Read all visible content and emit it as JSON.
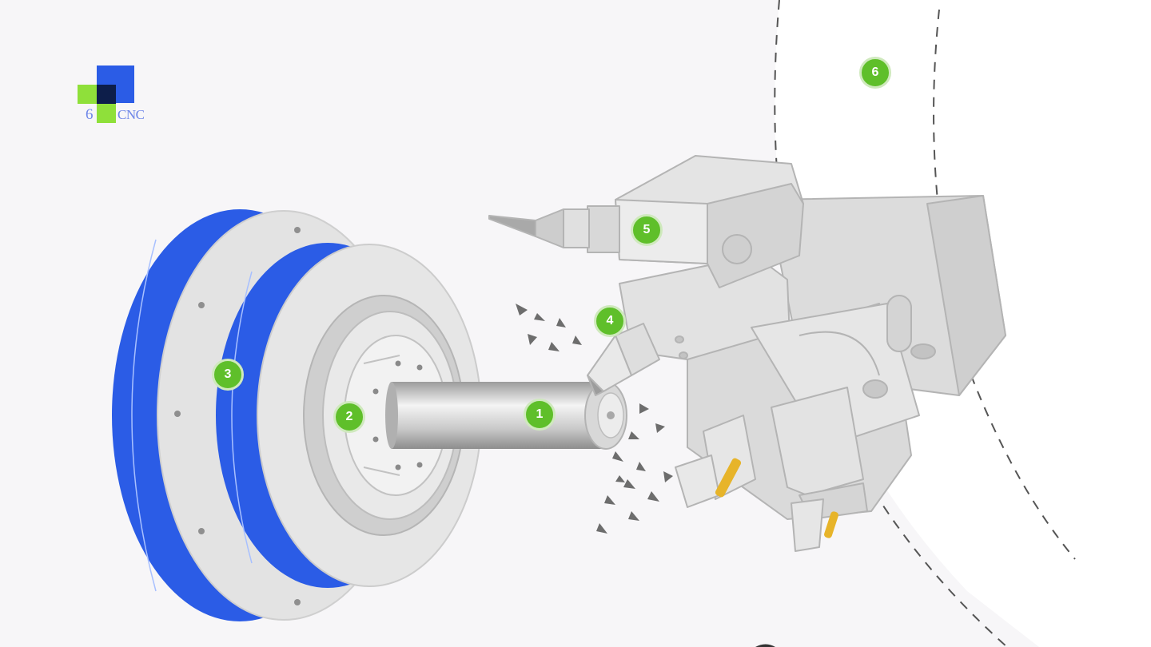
{
  "logo": {
    "digit": "6",
    "text": "CNC"
  },
  "callouts": [
    {
      "id": "workpiece",
      "label": "1"
    },
    {
      "id": "chuck",
      "label": "2"
    },
    {
      "id": "spindle",
      "label": "3"
    },
    {
      "id": "cutting-tool",
      "label": "4"
    },
    {
      "id": "live-tool-drill",
      "label": "5"
    },
    {
      "id": "turret-zone",
      "label": "6"
    }
  ],
  "colors": {
    "spindle_band": "#2b5ce6",
    "callout_fill": "#5fbf2a",
    "tool_insert": "#e7b42a",
    "metal_light": "#e3e3e3",
    "metal_dark": "#bdbdbd"
  },
  "icons": [
    "logo-mark-icon"
  ]
}
